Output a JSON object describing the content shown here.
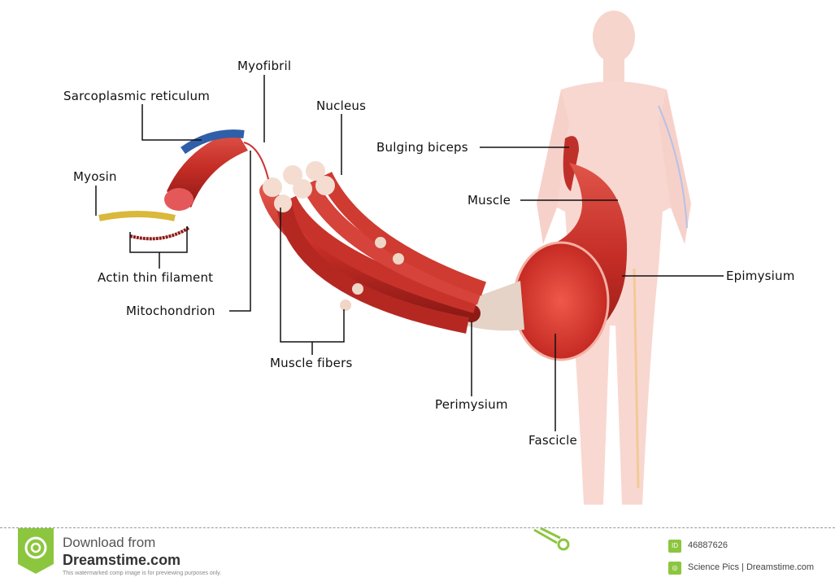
{
  "labels": {
    "myofibril": "Myofibril",
    "sarcoplasmic_reticulum": "Sarcoplasmic reticulum",
    "nucleus": "Nucleus",
    "bulging_biceps": "Bulging biceps",
    "myosin": "Myosin",
    "muscle": "Muscle",
    "actin": "Actin thin filament",
    "epimysium": "Epimysium",
    "mitochondrion": "Mitochondrion",
    "muscle_fibers": "Muscle fibers",
    "perimysium": "Perimysium",
    "fascicle": "Fascicle"
  },
  "footer": {
    "line1": "Download from",
    "line2": "Dreamstime.com",
    "line3": "This watermarked comp image is for previewing purposes only.",
    "id_badge": "ID",
    "image_id": "46887626",
    "credit": "Science Pics | Dreamstime.com",
    "logo_icon": "dreamstime-spiral-icon",
    "scissors_icon": "scissors-icon"
  },
  "colors": {
    "muscle_red": "#c8332b",
    "body_pink": "#f4c2b8",
    "brand_green": "#8cc63f"
  }
}
